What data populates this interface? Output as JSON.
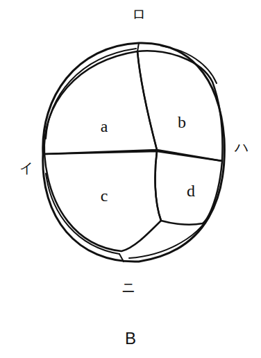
{
  "diagram": {
    "caption": "B",
    "nodes": [
      {
        "text": [
          "a"
        ]
      },
      {
        "text": [
          "b"
        ]
      },
      {
        "text": [
          "c"
        ]
      },
      {
        "text": [
          "d"
        ]
      }
    ],
    "labels": [
      "ロ",
      "イ",
      "ハ",
      "ニ"
    ]
  }
}
